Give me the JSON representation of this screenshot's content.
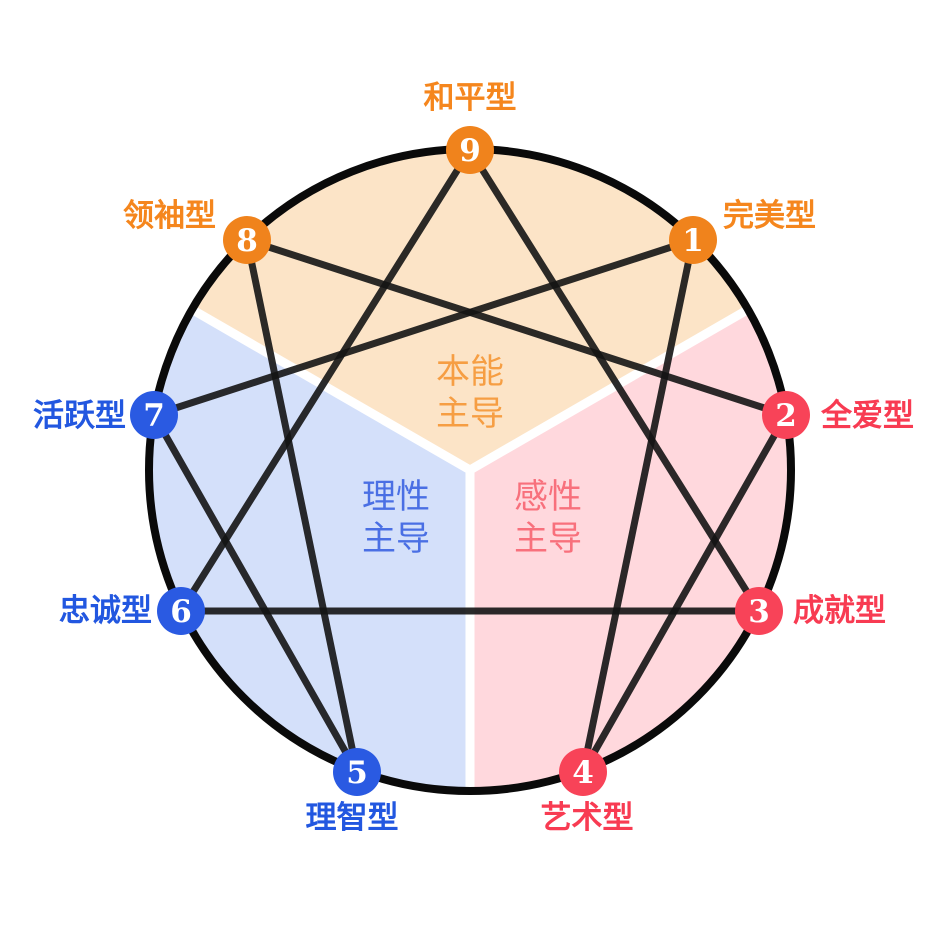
{
  "diagram": {
    "type": "enneagram-personality-wheel",
    "connections": [
      "9-3",
      "3-6",
      "6-9",
      "1-4",
      "4-2",
      "2-8",
      "8-5",
      "5-7",
      "7-1"
    ]
  },
  "sectors": {
    "instinct": {
      "line1": "本能",
      "line2": "主导"
    },
    "feeling": {
      "line1": "感性",
      "line2": "主导"
    },
    "thinking": {
      "line1": "理性",
      "line2": "主导"
    }
  },
  "nodes": {
    "n9": {
      "number": "9",
      "label": "和平型"
    },
    "n1": {
      "number": "1",
      "label": "完美型"
    },
    "n2": {
      "number": "2",
      "label": "全爱型"
    },
    "n3": {
      "number": "3",
      "label": "成就型"
    },
    "n4": {
      "number": "4",
      "label": "艺术型"
    },
    "n5": {
      "number": "5",
      "label": "理智型"
    },
    "n6": {
      "number": "6",
      "label": "忠诚型"
    },
    "n7": {
      "number": "7",
      "label": "活跃型"
    },
    "n8": {
      "number": "8",
      "label": "领袖型"
    }
  },
  "colors": {
    "node_orange": "#f0831c",
    "node_red": "#f84358",
    "node_blue": "#2a5ae2",
    "label_orange": "#f5861d",
    "label_red": "#f83b52",
    "label_blue": "#2257e0",
    "center_orange": "#f69e43",
    "center_red": "#f8707c",
    "center_blue": "#4a6fe4",
    "sector_instinct": "#fce4c7",
    "sector_feeling": "#ffd8dd",
    "sector_thinking": "#d4e0fa",
    "line": "#141414",
    "outer_circle": "#0a0a0a",
    "number_text": "#ffffff",
    "divider": "#ffffff"
  }
}
